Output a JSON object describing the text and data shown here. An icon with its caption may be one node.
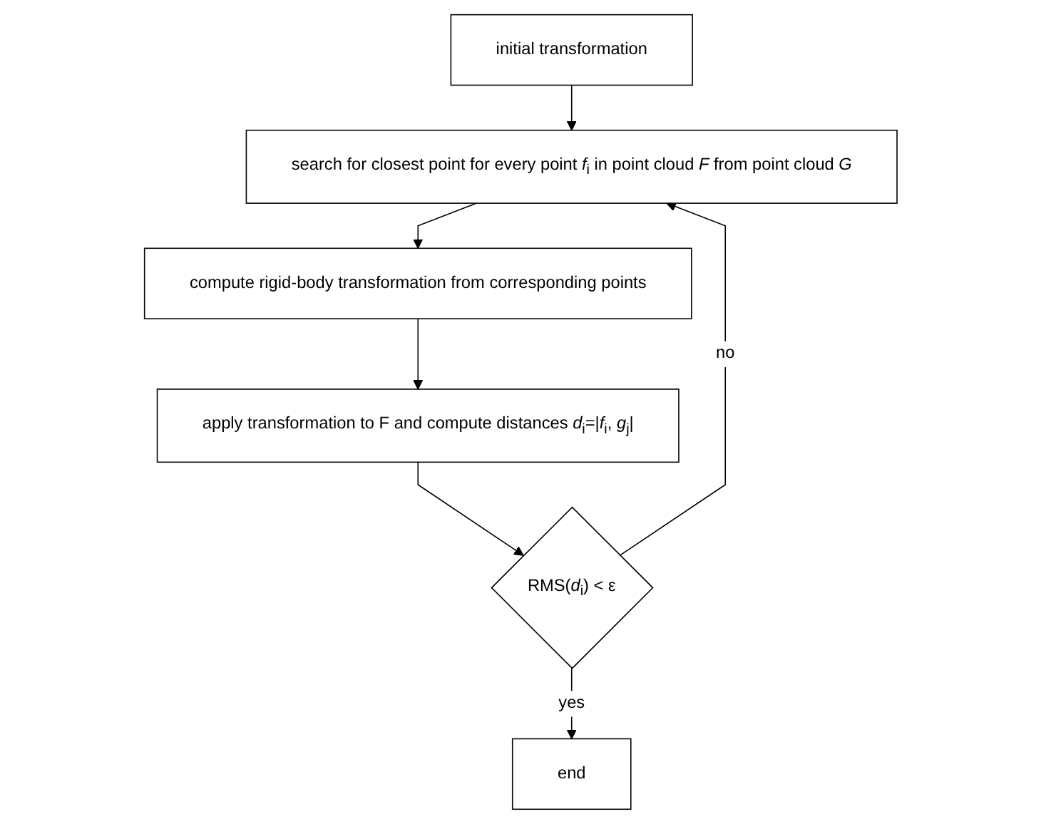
{
  "diagram": {
    "nodes": [
      {
        "text": [
          "initial transformation"
        ]
      },
      {
        "text": [
          "search for closest point for every point *f*$_{i}$ in point cloud *F* from point cloud *G*"
        ]
      },
      {
        "text": [
          "compute rigid-body transformation from corresponding points"
        ]
      },
      {
        "text": [
          "apply transformation to F and compute distances *d*$_{i}$=|*f*$_{i}$, *g*$_{j}$|"
        ]
      },
      {
        "text": [
          "RMS(*d*$_{i}$) < ε"
        ]
      },
      {
        "text": [
          "end"
        ]
      }
    ],
    "edges": [
      {
        "from": 0,
        "to": 1,
        "arrow": "to"
      },
      {
        "from": 1,
        "to": 2,
        "arrow": "to"
      },
      {
        "from": 2,
        "to": 3,
        "arrow": "to"
      },
      {
        "from": 3,
        "to": 4,
        "arrow": "to"
      },
      {
        "from": 4,
        "to": 1,
        "arrow": "to",
        "label": "no"
      },
      {
        "from": 4,
        "to": 5,
        "arrow": "to",
        "label": "yes"
      }
    ]
  }
}
